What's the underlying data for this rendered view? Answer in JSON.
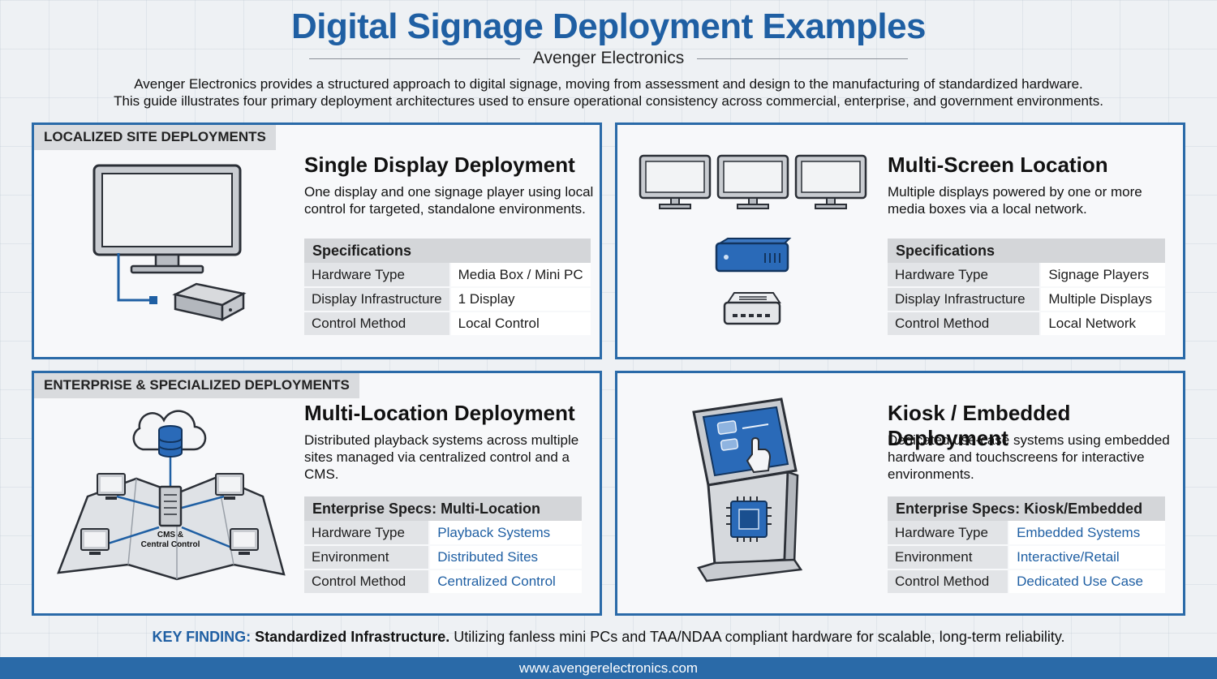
{
  "header": {
    "title": "Digital Signage Deployment Examples",
    "subtitle": "Avenger Electronics",
    "intro_line1": "Avenger Electronics provides a structured approach to digital signage, moving from assessment and design to the manufacturing of standardized hardware.",
    "intro_line2": "This guide illustrates four primary deployment architectures used to ensure operational consistency across commercial, enterprise, and government environments."
  },
  "sections": {
    "localized": "LOCALIZED SITE DEPLOYMENTS",
    "enterprise": "ENTERPRISE & SPECIALIZED DEPLOYMENTS"
  },
  "panels": {
    "single": {
      "title": "Single Display Deployment",
      "desc_line1": "One display and one signage player using local",
      "desc_line2": "control for targeted, standalone environments.",
      "spec_header": "Specifications",
      "rows": [
        {
          "key": "Hardware Type",
          "value": "Media Box / Mini PC"
        },
        {
          "key": "Display Infrastructure",
          "value": "1 Display"
        },
        {
          "key": "Control Method",
          "value": "Local Control"
        }
      ]
    },
    "multiscreen": {
      "title": "Multi-Screen Location",
      "desc_line1": "Multiple displays powered by one or more",
      "desc_line2": "media boxes via a local network.",
      "spec_header": "Specifications",
      "rows": [
        {
          "key": "Hardware Type",
          "value": "Signage Players"
        },
        {
          "key": "Display Infrastructure",
          "value": "Multiple Displays"
        },
        {
          "key": "Control Method",
          "value": "Local Network"
        }
      ]
    },
    "multilocation": {
      "title": "Multi-Location Deployment",
      "desc_line1": "Distributed playback systems across multiple",
      "desc_line2": "sites managed via centralized control and a",
      "desc_line3": "CMS.",
      "spec_header": "Enterprise Specs: Multi-Location",
      "rows": [
        {
          "key": "Hardware Type",
          "value": "Playback Systems"
        },
        {
          "key": "Environment",
          "value": "Distributed Sites"
        },
        {
          "key": "Control Method",
          "value": "Centralized Control"
        }
      ],
      "map_label_line1": "CMS &",
      "map_label_line2": "Central Control"
    },
    "kiosk": {
      "title": "Kiosk / Embedded Deployment",
      "desc_line1": "Dedicated use-case systems using embedded",
      "desc_line2": "hardware and touchscreens for interactive",
      "desc_line3": "environments.",
      "spec_header": "Enterprise Specs: Kiosk/Embedded",
      "rows": [
        {
          "key": "Hardware Type",
          "value": "Embedded Systems"
        },
        {
          "key": "Environment",
          "value": "Interactive/Retail"
        },
        {
          "key": "Control Method",
          "value": "Dedicated Use Case"
        }
      ]
    }
  },
  "key_finding": {
    "label": "KEY FINDING:",
    "headline": "Standardized Infrastructure.",
    "text": " Utilizing fanless mini PCs and TAA/NDAA compliant hardware for scalable, long-term reliability."
  },
  "footer": {
    "url": "www.avengerelectronics.com"
  },
  "colors": {
    "brand_blue": "#1f5fa3",
    "panel_border": "#2a6aa8"
  }
}
